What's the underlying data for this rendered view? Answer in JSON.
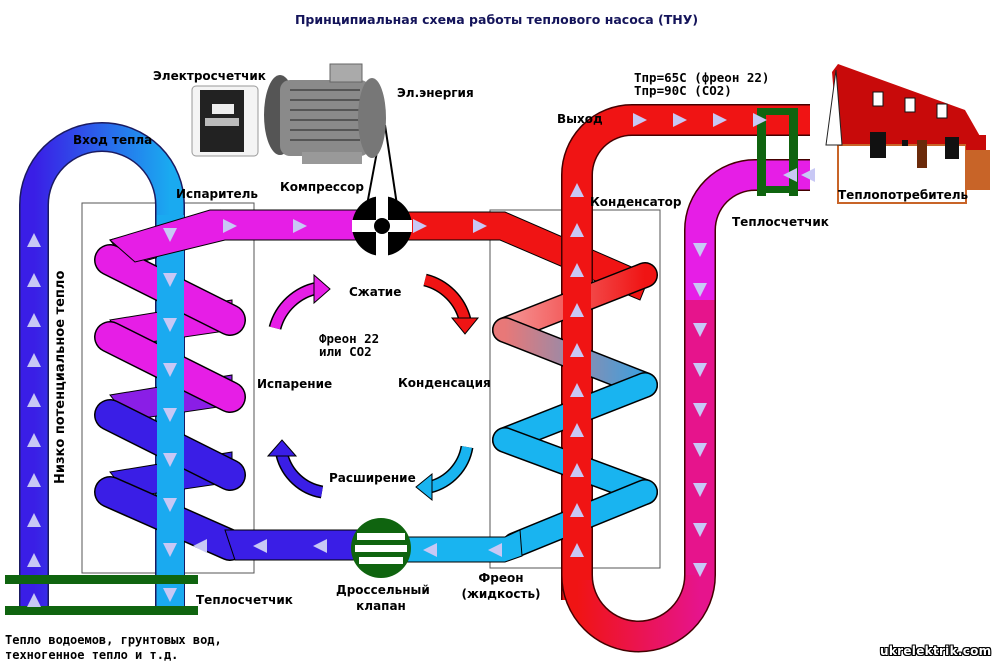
{
  "title": "Принципиальная схема работы теплового насоса (ТНУ)",
  "labels": {
    "electricity_meter": "Электросчетчик",
    "electric_energy": "Эл.энергия",
    "compressor": "Компрессор",
    "heat_input": "Вход тепла",
    "evaporator": "Испаритель",
    "condenser": "Конденсатор",
    "output": "Выход",
    "temp_freon": "Tпр=65C (фреон 22)",
    "temp_co2": "Tпр=90C (CO2)",
    "heat_consumer": "Теплопотребитель",
    "heat_meter_top": "Теплосчетчик",
    "heat_meter_bottom": "Теплосчетчик",
    "low_potential_heat": "Низко потенциальное тепло",
    "throttle_valve_line1": "Дроссельный",
    "throttle_valve_line2": "клапан",
    "freon_liquid_line1": "Фреон",
    "freon_liquid_line2": "(жидкость)",
    "heat_sources_line1": "Тепло водоемов, грунтовых вод,",
    "heat_sources_line2": "техногенное тепло и т.д.",
    "watermark": "ukrelektrik.com"
  },
  "cycle": {
    "compression": "Сжатие",
    "condensation": "Конденсация",
    "expansion": "Расширение",
    "evaporation": "Испарение",
    "refrigerant_line1": "Фреон 22",
    "refrigerant_line2": "или CO2"
  },
  "colors": {
    "title": "#14145a",
    "cold_loop": "#3a1ee6",
    "cold_loop_return": "#1aaaf0",
    "evaporator_gas": "#e61ee6",
    "hot_gas": "#f01414",
    "liquid_freon": "#19b4f0",
    "heating_return": "#e6148c",
    "meter_green": "#0f640f",
    "arrow_fill": "#c8c8f5",
    "freon_arrow_fill": "#fff5c8"
  }
}
